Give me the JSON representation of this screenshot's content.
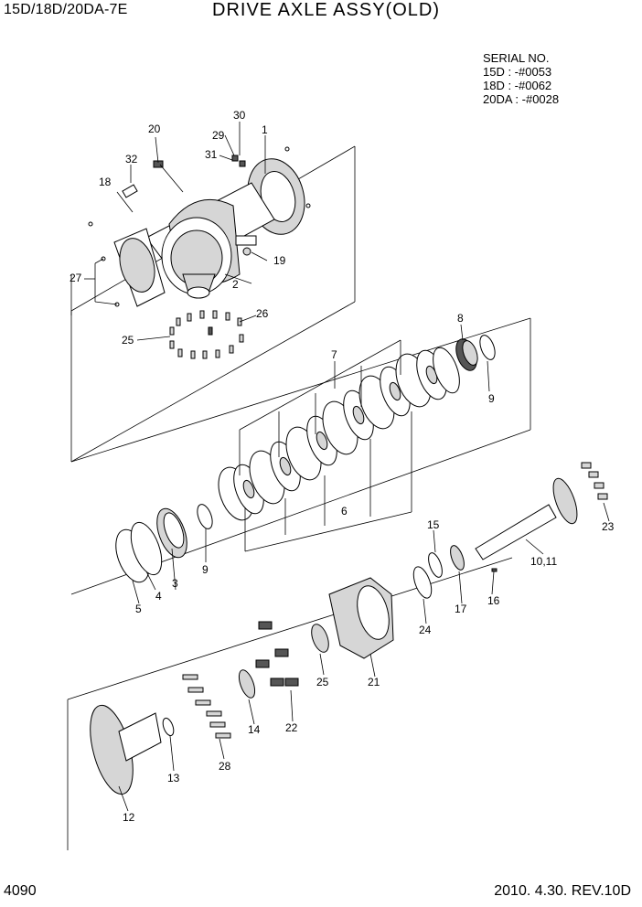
{
  "header": {
    "model": "15D/18D/20DA-7E",
    "title": "DRIVE AXLE ASSY(OLD)"
  },
  "serial": {
    "heading": "SERIAL NO.",
    "lines": [
      "15D : -#0053",
      "18D : -#0062",
      "20DA : -#0028"
    ]
  },
  "callouts": {
    "c1": "1",
    "c2": "2",
    "c3": "3",
    "c4": "4",
    "c5": "5",
    "c6": "6",
    "c7": "7",
    "c8": "8",
    "c9a": "9",
    "c9b": "9",
    "c10_11": "10,11",
    "c12": "12",
    "c13": "13",
    "c14": "14",
    "c15": "15",
    "c16": "16",
    "c17": "17",
    "c18": "18",
    "c19": "19",
    "c20": "20",
    "c21": "21",
    "c22": "22",
    "c23": "23",
    "c24": "24",
    "c25a": "25",
    "c25b": "25",
    "c26": "26",
    "c27": "27",
    "c28": "28",
    "c29": "29",
    "c30": "30",
    "c31": "31",
    "c32": "32"
  },
  "footer": {
    "page": "4090",
    "date_rev": "2010. 4.30.  REV.10D"
  }
}
